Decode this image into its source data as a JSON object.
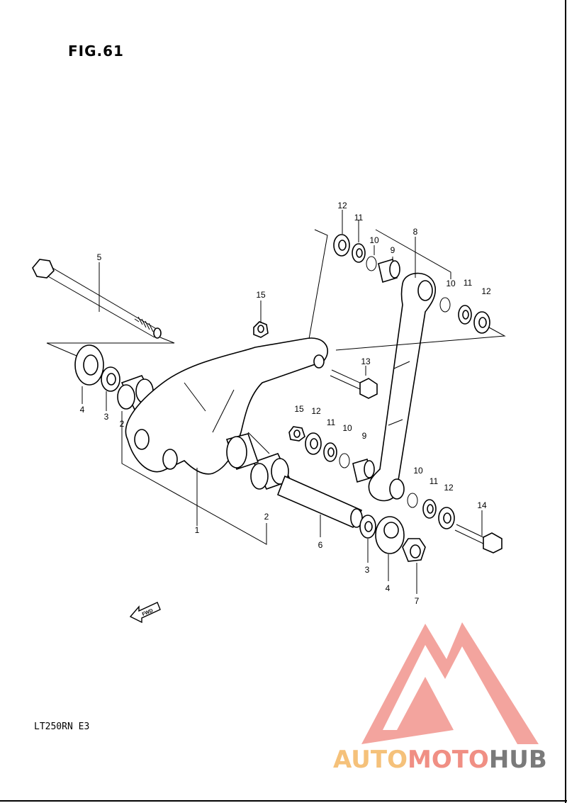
{
  "figure": {
    "title": "FIG.61",
    "model": "LT250RN E3"
  },
  "fwd_badge": "FWD",
  "watermark": {
    "brand_a": "AUTO",
    "brand_b": "MOTO",
    "brand_c": "HUB",
    "color_a": "#f5c17a",
    "color_b": "#f08f84",
    "color_c": "#7a7a7a",
    "mark_color": "#f29a93"
  },
  "callouts": {
    "c1": "1",
    "c2a": "2",
    "c2b": "2",
    "c3a": "3",
    "c3b": "3",
    "c4a": "4",
    "c4b": "4",
    "c5": "5",
    "c6": "6",
    "c7": "7",
    "c8": "8",
    "c9a": "9",
    "c9b": "9",
    "c10a": "10",
    "c10b": "10",
    "c10c": "10",
    "c10d": "10",
    "c11a": "11",
    "c11b": "11",
    "c11c": "11",
    "c11d": "11",
    "c12a": "12",
    "c12b": "12",
    "c12c": "12",
    "c12d": "12",
    "c13": "13",
    "c14": "14",
    "c15a": "15",
    "c15b": "15"
  }
}
